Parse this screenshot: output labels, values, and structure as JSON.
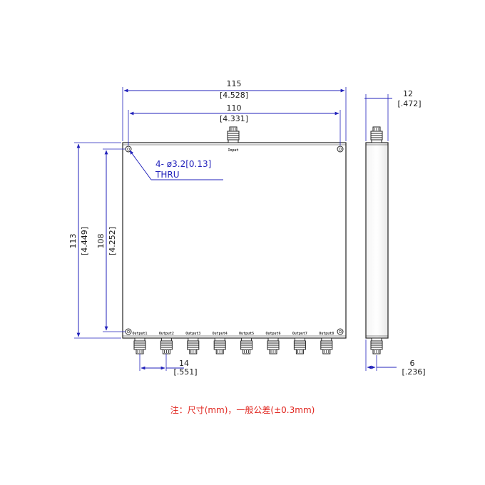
{
  "dimensions": {
    "overall_width": {
      "mm": "115",
      "inch": "[4.528]"
    },
    "hole_spacing_x": {
      "mm": "110",
      "inch": "[4.331]"
    },
    "overall_height": {
      "mm": "113",
      "inch": "[4.449]"
    },
    "hole_spacing_y": {
      "mm": "108",
      "inch": "[4.252]"
    },
    "thickness": {
      "mm": "12",
      "inch": "[.472]"
    },
    "connector_pitch": {
      "mm": "14",
      "inch": "[.551]"
    },
    "connector_offset": {
      "mm": "6",
      "inch": "[.236]"
    }
  },
  "mounting_hole": {
    "line1": "4- ø3.2[0.13]",
    "line2": "THRU"
  },
  "ports": {
    "input": "Input",
    "outputs": [
      "Output1",
      "Output2",
      "Output3",
      "Output4",
      "Output5",
      "Output6",
      "Output7",
      "Output8"
    ]
  },
  "note": "注：尺寸(mm)，一般公差(±0.3mm)",
  "colors": {
    "dimension_line": "#2222bb",
    "note_text": "#e0231c",
    "outline": "#222222"
  }
}
